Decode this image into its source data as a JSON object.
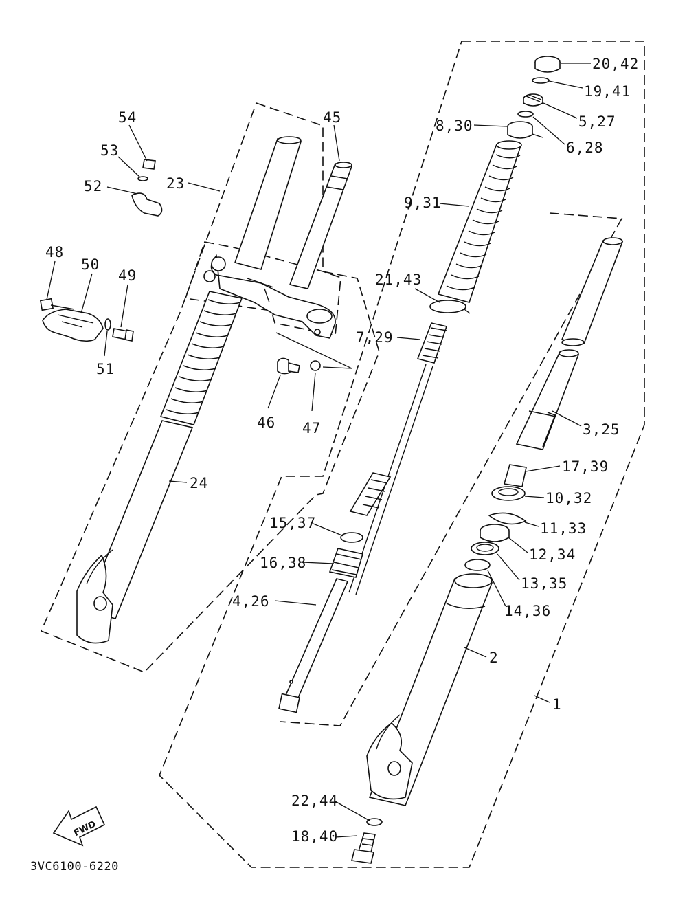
{
  "diagram": {
    "drawing_code": "3VC6100-6220",
    "direction_mark": "FWD",
    "callouts": [
      {
        "id": "c20",
        "text": "20,42"
      },
      {
        "id": "c19",
        "text": "19,41"
      },
      {
        "id": "c5",
        "text": "5,27"
      },
      {
        "id": "c6",
        "text": "6,28"
      },
      {
        "id": "c8",
        "text": "8,30"
      },
      {
        "id": "c9",
        "text": "9,31"
      },
      {
        "id": "c21",
        "text": "21,43"
      },
      {
        "id": "c7",
        "text": "7,29"
      },
      {
        "id": "c3",
        "text": "3,25"
      },
      {
        "id": "c17",
        "text": "17,39"
      },
      {
        "id": "c10",
        "text": "10,32"
      },
      {
        "id": "c11",
        "text": "11,33"
      },
      {
        "id": "c12",
        "text": "12,34"
      },
      {
        "id": "c13",
        "text": "13,35"
      },
      {
        "id": "c14",
        "text": "14,36"
      },
      {
        "id": "c2",
        "text": "2"
      },
      {
        "id": "c1",
        "text": "1"
      },
      {
        "id": "c15",
        "text": "15,37"
      },
      {
        "id": "c16",
        "text": "16,38"
      },
      {
        "id": "c4",
        "text": "4,26"
      },
      {
        "id": "c22",
        "text": "22,44"
      },
      {
        "id": "c18",
        "text": "18,40"
      },
      {
        "id": "c54",
        "text": "54"
      },
      {
        "id": "c53",
        "text": "53"
      },
      {
        "id": "c52",
        "text": "52"
      },
      {
        "id": "c23",
        "text": "23"
      },
      {
        "id": "c45",
        "text": "45"
      },
      {
        "id": "c48",
        "text": "48"
      },
      {
        "id": "c50",
        "text": "50"
      },
      {
        "id": "c49",
        "text": "49"
      },
      {
        "id": "c51",
        "text": "51"
      },
      {
        "id": "c46",
        "text": "46"
      },
      {
        "id": "c47",
        "text": "47"
      },
      {
        "id": "c24",
        "text": "24"
      }
    ]
  }
}
